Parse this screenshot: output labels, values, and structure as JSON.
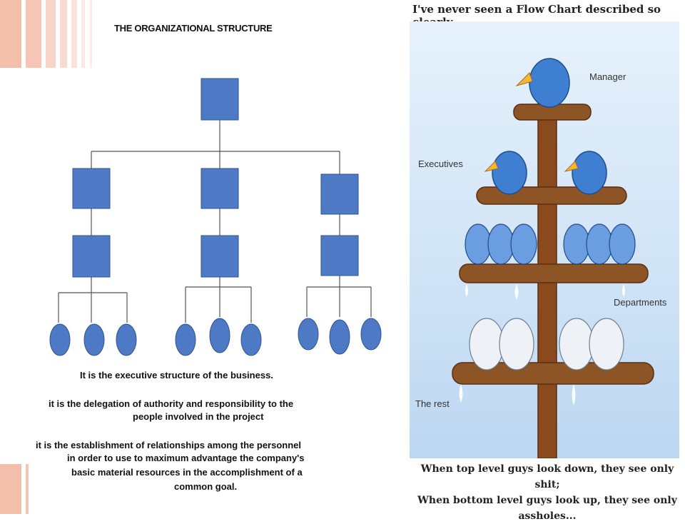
{
  "left_slide": {
    "title": "THE ORGANIZATIONAL STRUCTURE",
    "descriptions": [
      "It is the executive structure of the business.",
      "it is the delegation of authority and responsibility to the",
      "people involved in the project",
      "it is the establishment of relationships among the personnel",
      "in order to use to maximum advantage the company's",
      "basic material resources in the accomplishment of a",
      "common goal."
    ],
    "colors": {
      "node_fill": "#4e79c4",
      "node_stroke": "#2f5596",
      "line": "#555555",
      "stripe": "#f2b8a2"
    }
  },
  "comic": {
    "headline": "I've never seen a Flow Chart described so clearly.",
    "labels": {
      "manager": "Manager",
      "executives": "Executives",
      "departments": "Departments",
      "rest": "The rest"
    },
    "caption_lines": [
      "When top level guys look down, they see only shit;",
      "When bottom level guys look up, they see only",
      "assholes..."
    ],
    "colors": {
      "sky": "#cfe3f6",
      "trunk": "#8a4a1e",
      "bird": "#3f7fd1",
      "beak": "#f3b53a"
    }
  }
}
